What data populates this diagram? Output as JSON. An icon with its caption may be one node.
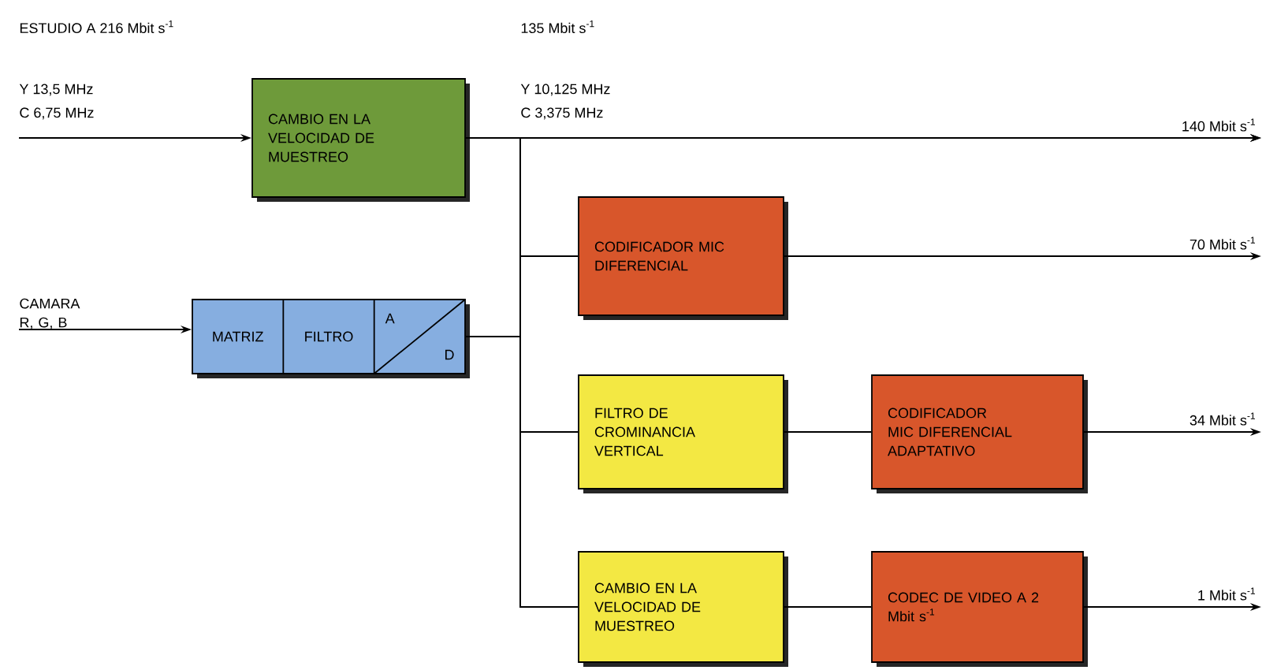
{
  "diagram": {
    "nodes": [
      {
        "text": [
          "CAMBIO EN LA VELOCIDAD DE MUESTREO"
        ]
      },
      {
        "text": [
          "MATRIZ",
          "FILTRO",
          "A",
          "D"
        ]
      },
      {
        "text": [
          "CODIFICADOR MIC DIFERENCIAL"
        ]
      },
      {
        "text": [
          "FILTRO DE CROMINANCIA VERTICAL"
        ]
      },
      {
        "text": [
          "CODIFICADOR MIC DIFERENCIAL ADAPTATIVO"
        ]
      },
      {
        "text": [
          "CAMBIO EN LA VELOCIDAD DE MUESTREO"
        ]
      },
      {
        "text": [
          "CODEC DE VIDEO A 2 Mbit s$^{-1}$"
        ]
      },
      {
        "text": [
          "CAMARA R, G, B"
        ]
      }
    ],
    "edges": [
      {
        "from": null,
        "to": 0,
        "arrow": "to"
      },
      {
        "from": 7,
        "to": 1,
        "arrow": "to"
      },
      {
        "from": 0,
        "to": null,
        "arrow": "to",
        "label": "140 Mbit s$^{-1}$"
      },
      {
        "from": 1,
        "to": null,
        "arrow": "to"
      },
      {
        "from": 0,
        "to": 2,
        "arrow": "none"
      },
      {
        "from": 0,
        "to": 3,
        "arrow": "none"
      },
      {
        "from": 0,
        "to": 5,
        "arrow": "none"
      },
      {
        "from": 1,
        "to": 2,
        "arrow": "none"
      },
      {
        "from": 1,
        "to": 3,
        "arrow": "none"
      },
      {
        "from": 1,
        "to": 5,
        "arrow": "none"
      },
      {
        "from": 2,
        "to": null,
        "arrow": "to",
        "label": "70 Mbit s$^{-1}$"
      },
      {
        "from": 3,
        "to": 4,
        "arrow": "none"
      },
      {
        "from": 4,
        "to": null,
        "arrow": "to",
        "label": "34 Mbit s$^{-1}$"
      },
      {
        "from": 5,
        "to": 6,
        "arrow": "none"
      },
      {
        "from": 6,
        "to": null,
        "arrow": "to",
        "label": "1 Mbit s$^{-1}$"
      }
    ],
    "labels": [
      "ESTUDIO A 216 Mbit s$^{-1}$",
      "135 Mbit s$^{-1}$",
      "Y 13,5 MHz",
      "C 6,75 MHz",
      "Y 10,125 MHz",
      "C 3,375 MHz"
    ]
  }
}
